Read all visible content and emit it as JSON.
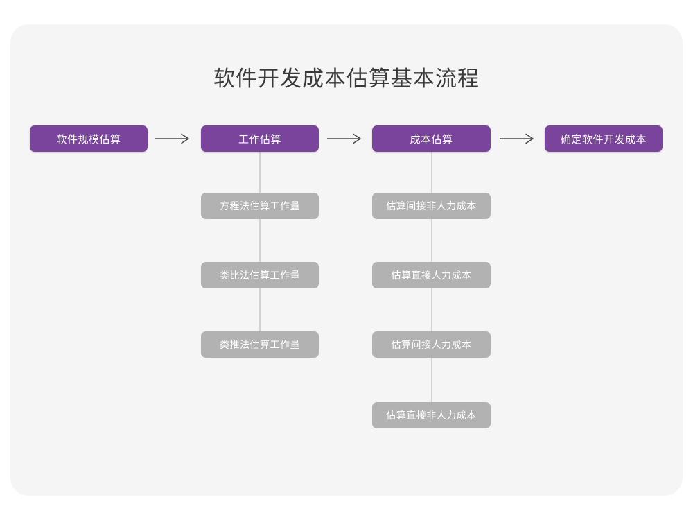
{
  "page": {
    "background": "#ffffff",
    "card_background": "#f5f5f5"
  },
  "colors": {
    "primary": "#7b449c",
    "secondary": "#b2b2b2",
    "title_text": "#3a3a3a",
    "node_text": "#ffffff",
    "connector": "#d2d2d2",
    "arrow": "#4a4a4a"
  },
  "title": "软件开发成本估算基本流程",
  "flow": {
    "stages": [
      {
        "label": "软件规模估算",
        "type": "primary"
      },
      {
        "label": "工作估算",
        "type": "primary"
      },
      {
        "label": "成本估算",
        "type": "primary"
      },
      {
        "label": "确定软件开发成本",
        "type": "primary"
      }
    ],
    "connectors": [
      {
        "name": "arrow-right-icon",
        "from": "软件规模估算",
        "to": "工作估算"
      },
      {
        "name": "arrow-right-icon",
        "from": "工作估算",
        "to": "成本估算"
      },
      {
        "name": "arrow-right-icon",
        "from": "成本估算",
        "to": "确定软件开发成本"
      }
    ],
    "branches": [
      {
        "parent": "工作估算",
        "items": [
          {
            "label": "方程法估算工作量",
            "type": "secondary"
          },
          {
            "label": "类比法估算工作量",
            "type": "secondary"
          },
          {
            "label": "类推法估算工作量",
            "type": "secondary"
          }
        ]
      },
      {
        "parent": "成本估算",
        "items": [
          {
            "label": "估算间接非人力成本",
            "type": "secondary"
          },
          {
            "label": "估算直接人力成本",
            "type": "secondary"
          },
          {
            "label": "估算间接人力成本",
            "type": "secondary"
          },
          {
            "label": "估算直接非人力成本",
            "type": "secondary"
          }
        ]
      }
    ]
  }
}
